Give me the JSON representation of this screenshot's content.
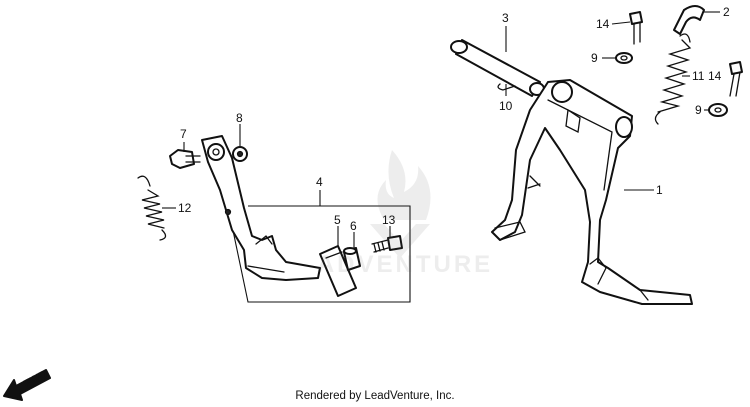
{
  "callouts": {
    "c1": "1",
    "c2": "2",
    "c3": "3",
    "c4": "4",
    "c5": "5",
    "c6": "6",
    "c7": "7",
    "c8": "8",
    "c9a": "9",
    "c9b": "9",
    "c10": "10",
    "c11": "11",
    "c12": "12",
    "c13": "13",
    "c14a": "14",
    "c14b": "14"
  },
  "watermark": {
    "text": "ADVENTURE"
  },
  "fwd": {
    "label": "FWD"
  },
  "credit": "Rendered by LeadVenture, Inc."
}
